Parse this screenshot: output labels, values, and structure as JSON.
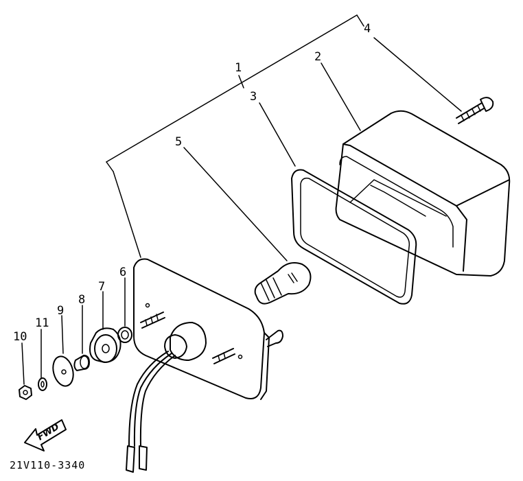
{
  "callouts": {
    "c1": "1",
    "c2": "2",
    "c3": "3",
    "c4": "4",
    "c5": "5",
    "c6": "6",
    "c7": "7",
    "c8": "8",
    "c9": "9",
    "c10": "10",
    "c11": "11"
  },
  "direction_arrow": {
    "label": "FWD"
  },
  "diagram_code": "21V110-3340"
}
